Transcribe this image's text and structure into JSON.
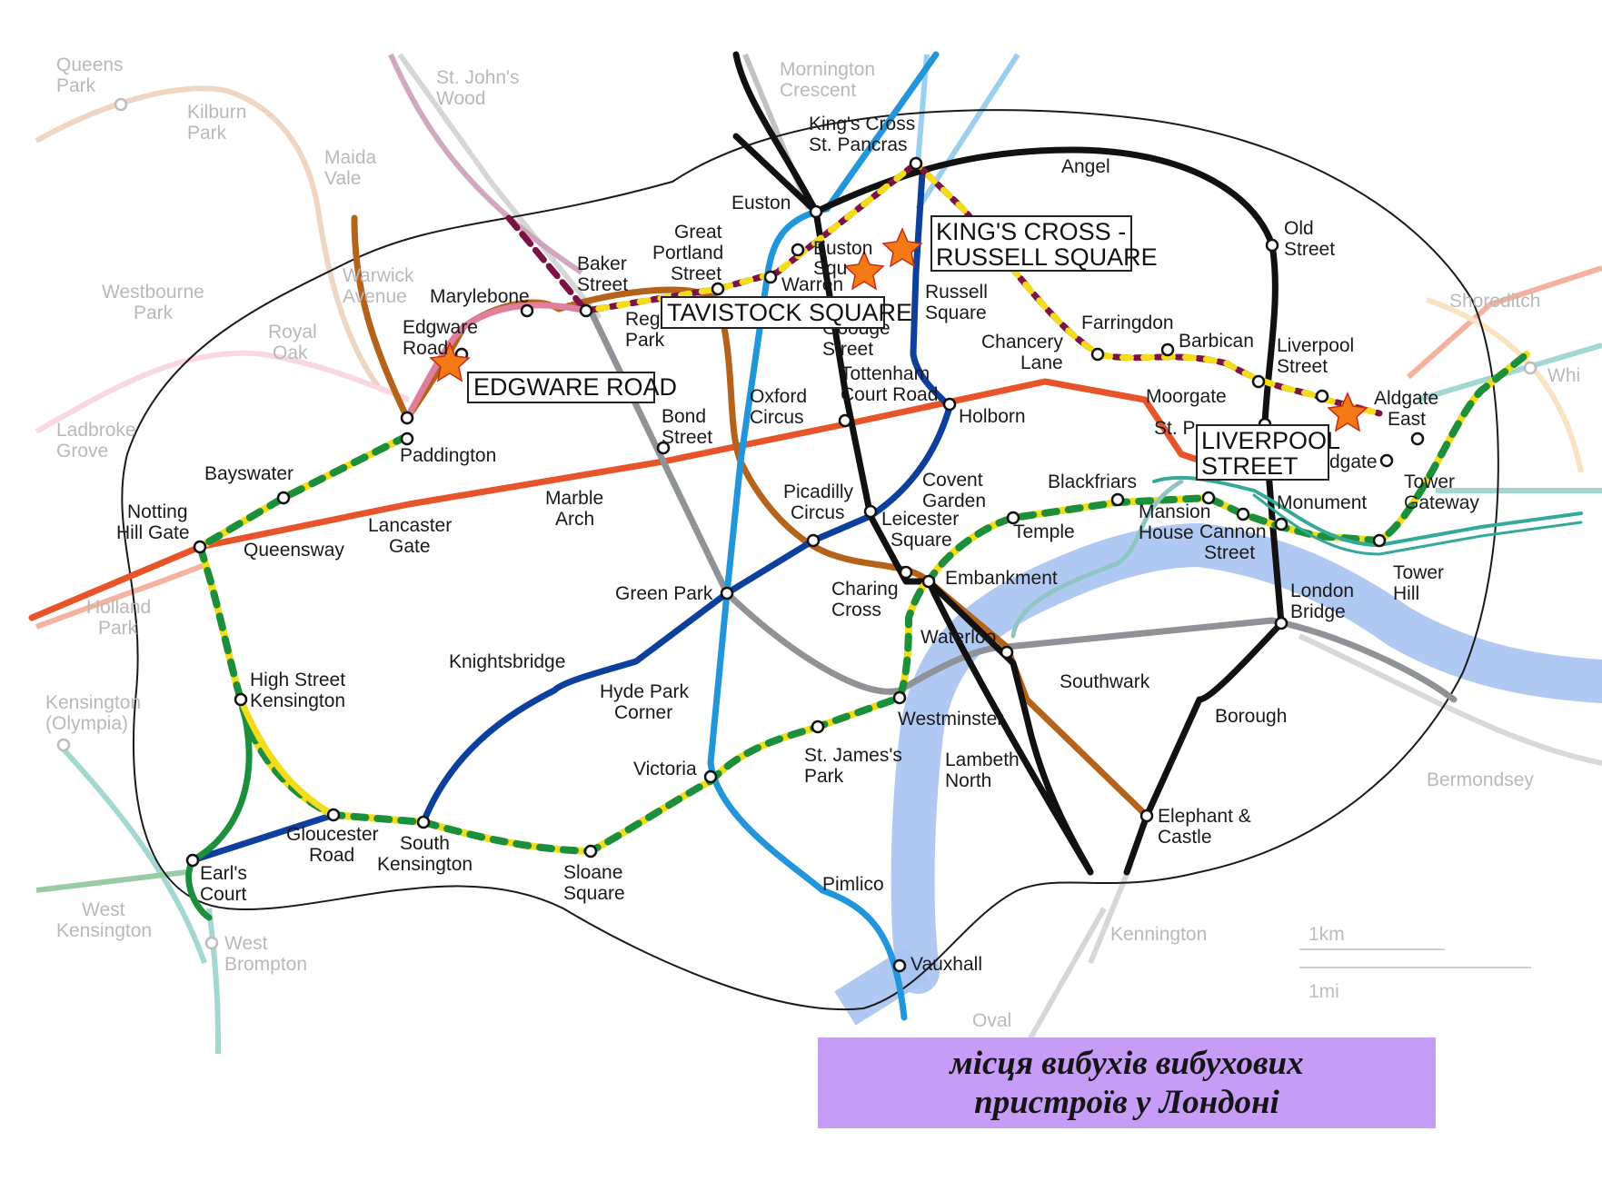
{
  "colors": {
    "central": "#e8542a",
    "northern": "#111111",
    "bakerloo": "#b5621a",
    "victoria": "#2196db",
    "piccadilly": "#0d3f9c",
    "jubilee": "#8f9296",
    "circle_yellow": "#f2dc1b",
    "district_green": "#1c8f3c",
    "hammersmith_pink": "#e07f9b",
    "metropolitan": "#7d1246",
    "dlr": "#33a99a",
    "thames": "#a7c3f2",
    "caption_bg": "#c79cf6",
    "boundary": "#1a1a1a",
    "callout_star": "#f47a16"
  },
  "stations": {
    "queens_park": [
      "Queens",
      "Park"
    ],
    "kilburn_park": [
      "Kilburn",
      "Park"
    ],
    "maida_vale": [
      "Maida",
      "Vale"
    ],
    "st_johns_wood": [
      "St. John's",
      "Wood"
    ],
    "mornington": [
      "Mornington",
      "Crescent"
    ],
    "kings_cross": [
      "King's Cross",
      "St. Pancras"
    ],
    "angel": "Angel",
    "euston": "Euston",
    "euston_sq": [
      "Euston",
      "Squ"
    ],
    "warren": "Warren",
    "great_portland": [
      "Great",
      "Portland",
      "Street"
    ],
    "baker_street": [
      "Baker",
      "Street"
    ],
    "marylebone": "Marylebone",
    "warwick": [
      "Warwick",
      "Avenue"
    ],
    "westbourne": [
      "Westbourne",
      "Park"
    ],
    "royal_oak": [
      "Royal",
      "Oak"
    ],
    "edgware_road": [
      "Edgware",
      "Road"
    ],
    "regents_park": [
      "Reg",
      "Park"
    ],
    "goodge": [
      "Goodge",
      "Street"
    ],
    "russell_square": [
      "Russell",
      "Square"
    ],
    "old_street": [
      "Old",
      "Street"
    ],
    "farringdon": "Farringdon",
    "barbican": "Barbican",
    "chancery": [
      "Chancery",
      "Lane"
    ],
    "tottenham": [
      "Tottenham",
      "Court Road"
    ],
    "liverpool_st": [
      "Liverpool",
      "Street"
    ],
    "shoreditch": "Shoreditch",
    "whi": "Whi",
    "aldgate_east": [
      "Aldgate",
      "East"
    ],
    "moorgate": "Moorgate",
    "st_pauls": "St. P",
    "aldgate": "dgate",
    "holborn": "Holborn",
    "oxford_circus": [
      "Oxford",
      "Circus"
    ],
    "bond_street": [
      "Bond",
      "Street"
    ],
    "ladbroke": [
      "Ladbroke",
      "Grove"
    ],
    "paddington": "Paddington",
    "bayswater": "Bayswater",
    "notting_hill": [
      "Notting",
      "Hill Gate"
    ],
    "queensway": "Queensway",
    "lancaster": [
      "Lancaster",
      "Gate"
    ],
    "marble_arch": [
      "Marble",
      "Arch"
    ],
    "covent_garden": [
      "Covent",
      "Garden"
    ],
    "picadilly": [
      "Picadilly",
      "Circus"
    ],
    "leicester": [
      "Leicester",
      "Square"
    ],
    "blackfriars": "Blackfriars",
    "mansion_house": [
      "Mansion",
      "House"
    ],
    "cannon": [
      "Cannon",
      "Street"
    ],
    "monument": "Monument",
    "tower_gateway": [
      "Tower",
      "Gateway"
    ],
    "tower_hill": [
      "Tower",
      "Hill"
    ],
    "temple": "Temple",
    "embankment": "Embankment",
    "charing_cross": [
      "Charing",
      "Cross"
    ],
    "green_park": "Green Park",
    "london_bridge": [
      "London",
      "Bridge"
    ],
    "holland_park": [
      "Holland",
      "Park"
    ],
    "waterloo": "Waterloo",
    "southwark": "Southwark",
    "knightsbridge": "Knightsbridge",
    "hyde_park": [
      "Hyde Park",
      "Corner"
    ],
    "high_st_ken": [
      "High Street",
      "Kensington"
    ],
    "kensington_olympia": [
      "Kensington",
      "(Olympia)"
    ],
    "westminster": "Westminster",
    "borough": "Borough",
    "st_james": [
      "St. James's",
      "Park"
    ],
    "lambeth": [
      "Lambeth",
      "North"
    ],
    "victoria": "Victoria",
    "bermondsey": "Bermondsey",
    "elephant": [
      "Elephant &",
      "Castle"
    ],
    "gloucester": [
      "Gloucester",
      "Road"
    ],
    "south_ken": [
      "South",
      "Kensington"
    ],
    "earls_court": [
      "Earl's",
      "Court"
    ],
    "sloane": [
      "Sloane",
      "Square"
    ],
    "west_ken": [
      "West",
      "Kensington"
    ],
    "west_brompton": [
      "West",
      "Brompton"
    ],
    "pimlico": "Pimlico",
    "kennington": "Kennington",
    "vauxhall": "Vauxhall",
    "oval": "Oval"
  },
  "callouts": {
    "kings_cross_russell": [
      "KING'S CROSS -",
      "RUSSELL SQUARE"
    ],
    "tavistock": "TAVISTOCK SQUARE",
    "edgware": "EDGWARE ROAD",
    "liverpool": [
      "LIVERPOOL",
      "STREET"
    ]
  },
  "scale": {
    "km": "1km",
    "mi": "1mi"
  },
  "caption": {
    "line1": "місця вибухів вибухових",
    "line2": "пристроїв у Лондоні"
  }
}
